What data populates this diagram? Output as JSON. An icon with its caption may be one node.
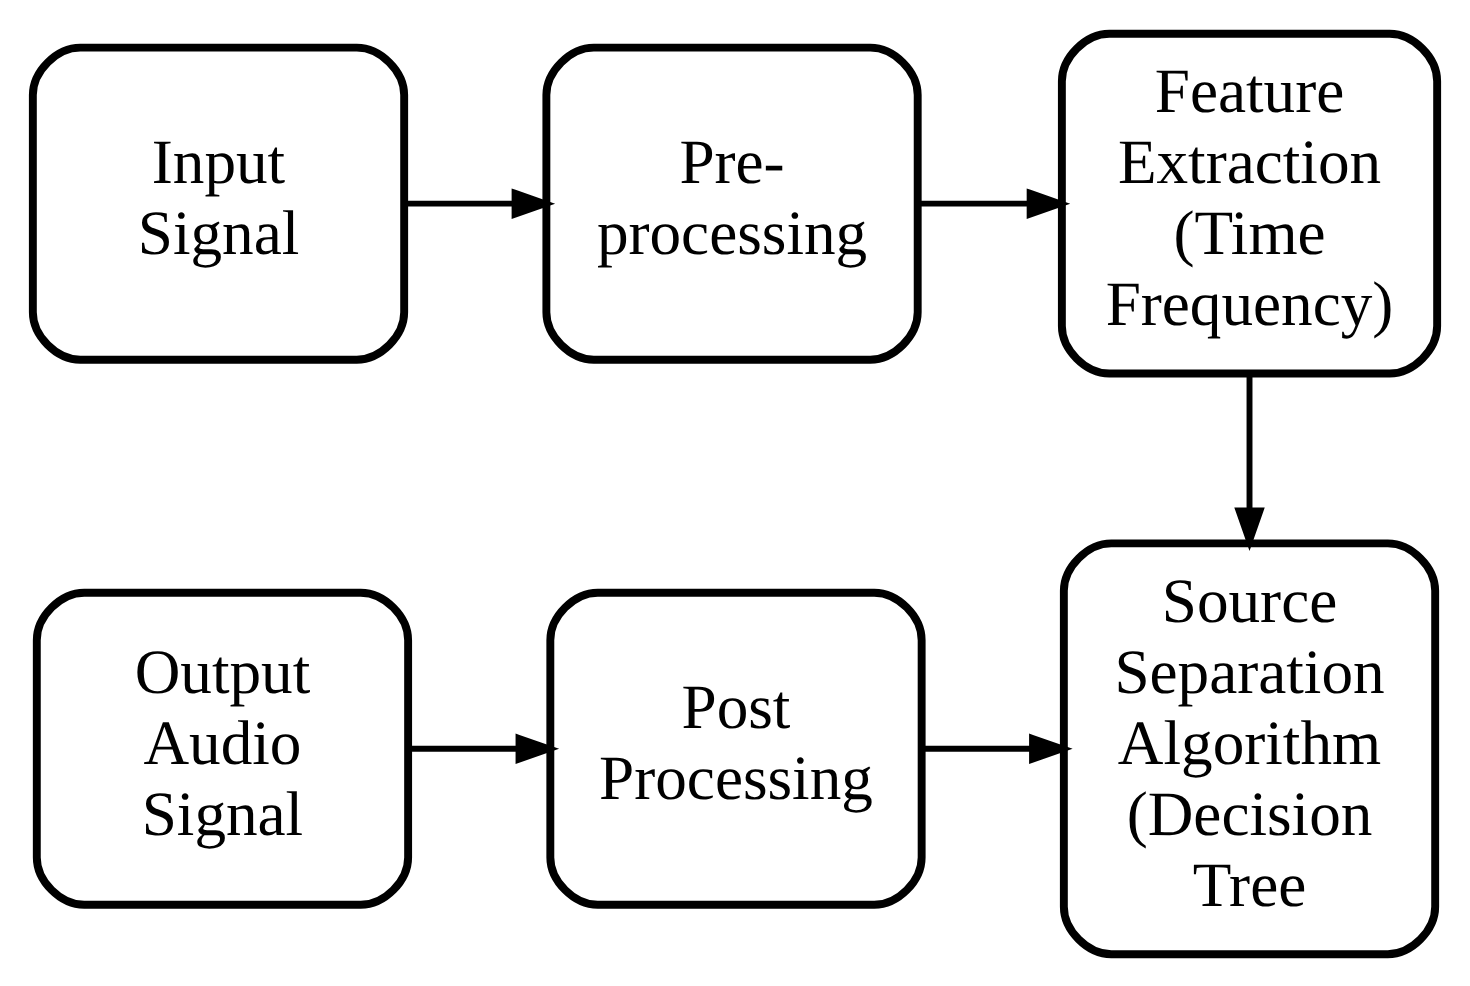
{
  "diagram": {
    "nodes": [
      {
        "text": [
          "Input Signal"
        ]
      },
      {
        "text": [
          "Pre-processing"
        ]
      },
      {
        "text": [
          "Feature Extraction (Time Frequency)"
        ]
      },
      {
        "text": [
          "Output Audio Signal"
        ]
      },
      {
        "text": [
          "Post Processing"
        ]
      },
      {
        "text": [
          "Source Separation Algorithm (Decision Tree"
        ]
      }
    ],
    "edges": [
      {
        "from": 0,
        "to": 1,
        "arrow": "to"
      },
      {
        "from": 1,
        "to": 2,
        "arrow": "to"
      },
      {
        "from": 2,
        "to": 5,
        "arrow": "to"
      },
      {
        "from": 3,
        "to": 4,
        "arrow": "to"
      },
      {
        "from": 4,
        "to": 5,
        "arrow": "to"
      }
    ]
  }
}
